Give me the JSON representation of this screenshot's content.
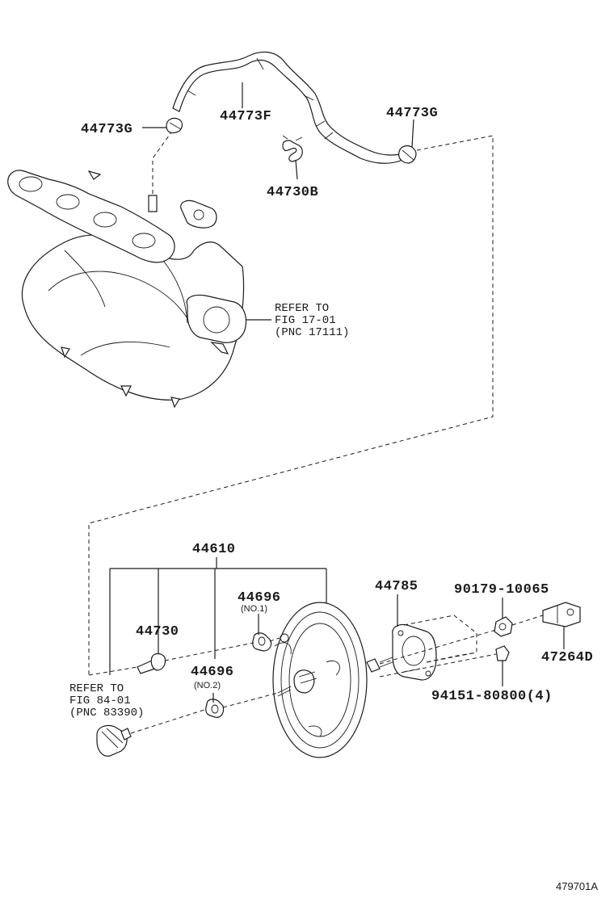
{
  "labels": {
    "p44773G_left": "44773G",
    "p44773F": "44773F",
    "p44773G_right": "44773G",
    "p44730B": "44730B",
    "p44610": "44610",
    "p44696_no1": "44696",
    "p44696_no1_note": "(NO.1)",
    "p44730": "44730",
    "p44696_no2": "44696",
    "p44696_no2_note": "(NO.2)",
    "p44785": "44785",
    "p90179": "90179-10065",
    "p47264D": "47264D",
    "p94151": "94151-80800(4)"
  },
  "refs": {
    "ref1_line1": "REFER TO",
    "ref1_line2": "FIG 17-01",
    "ref1_line3": "(PNC 17111)",
    "ref2_line1": "REFER TO",
    "ref2_line2": "FIG 84-01",
    "ref2_line3": "(PNC 83390)"
  },
  "figure_id": "479701A"
}
